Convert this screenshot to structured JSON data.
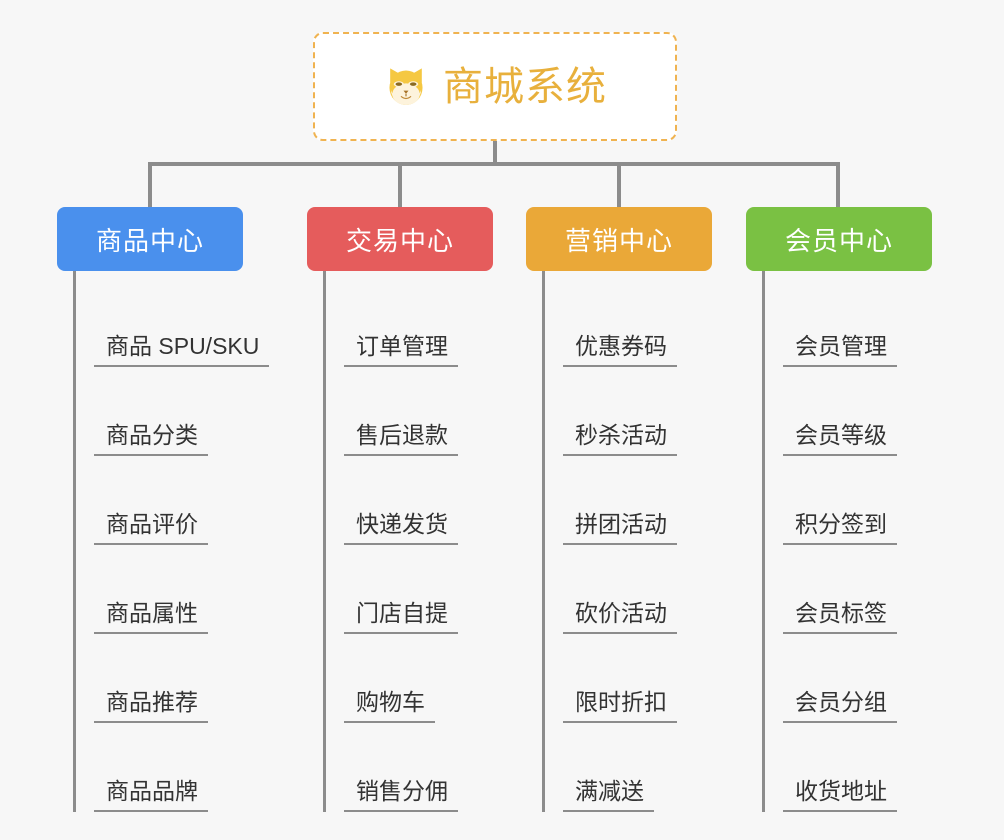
{
  "root": {
    "title": "商城系统",
    "icon": "dog-face-icon",
    "border_color": "#f0b350",
    "text_color": "#e8b03c"
  },
  "canvas": {
    "background": "#f7f7f7",
    "connector_color": "#8c8c8c"
  },
  "branches": [
    {
      "title": "商品中心",
      "color": "#4a90ed",
      "items": [
        "商品 SPU/SKU",
        "商品分类",
        "商品评价",
        "商品属性",
        "商品推荐",
        "商品品牌"
      ]
    },
    {
      "title": "交易中心",
      "color": "#e55c5c",
      "items": [
        "订单管理",
        "售后退款",
        "快递发货",
        "门店自提",
        "购物车",
        "销售分佣"
      ]
    },
    {
      "title": "营销中心",
      "color": "#eaa838",
      "items": [
        "优惠券码",
        "秒杀活动",
        "拼团活动",
        "砍价活动",
        "限时折扣",
        "满减送"
      ]
    },
    {
      "title": "会员中心",
      "color": "#7ac143",
      "items": [
        "会员管理",
        "会员等级",
        "积分签到",
        "会员标签",
        "会员分组",
        "收货地址"
      ]
    }
  ]
}
